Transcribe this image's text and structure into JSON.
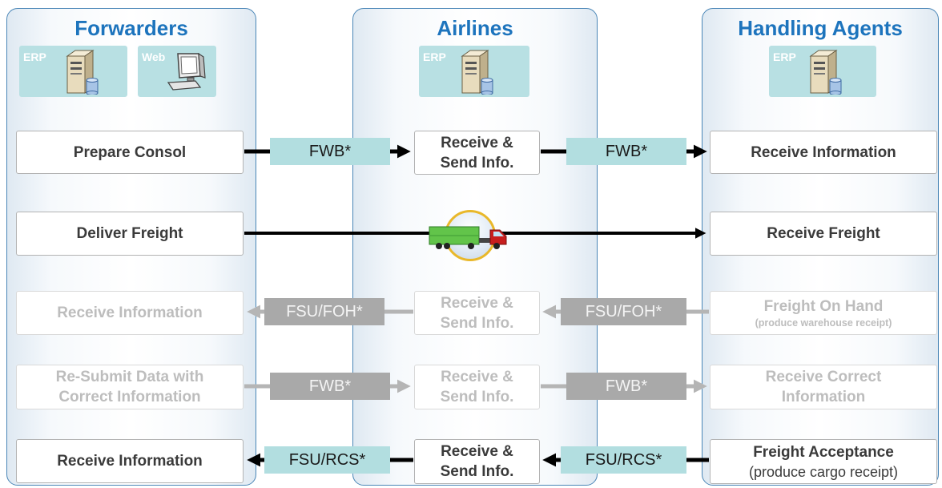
{
  "lanes": {
    "forwarders": {
      "title": "Forwarders",
      "systems": [
        {
          "label": "ERP",
          "icon": "server-database-icon"
        },
        {
          "label": "Web",
          "icon": "computer-icon"
        }
      ]
    },
    "airlines": {
      "title": "Airlines",
      "systems": [
        {
          "label": "ERP",
          "icon": "server-database-icon"
        }
      ]
    },
    "handling_agents": {
      "title": "Handling Agents",
      "systems": [
        {
          "label": "ERP",
          "icon": "server-database-icon"
        }
      ]
    }
  },
  "rows": [
    {
      "forwarder": [
        "Prepare Consol"
      ],
      "msg1": "FWB*",
      "airline": [
        "Receive &",
        "Send Info."
      ],
      "msg2": "FWB*",
      "agent": [
        "Receive Information"
      ],
      "direction": "right",
      "faded": false
    },
    {
      "forwarder": [
        "Deliver Freight"
      ],
      "transport_icon": "truck-icon",
      "agent": [
        "Receive Freight"
      ],
      "direction": "right",
      "faded": false
    },
    {
      "forwarder": [
        "Receive Information"
      ],
      "msg1": "FSU/FOH*",
      "airline": [
        "Receive &",
        "Send Info."
      ],
      "msg2": "FSU/FOH*",
      "agent": [
        "Freight On Hand",
        "(produce warehouse receipt)"
      ],
      "direction": "left",
      "faded": true
    },
    {
      "forwarder": [
        "Re-Submit Data with",
        "Correct Information"
      ],
      "msg1": "FWB*",
      "airline": [
        "Receive &",
        "Send Info."
      ],
      "msg2": "FWB*",
      "agent": [
        "Receive Correct",
        "Information"
      ],
      "direction": "right",
      "faded": true
    },
    {
      "forwarder": [
        "Receive Information"
      ],
      "msg1": "FSU/RCS*",
      "airline": [
        "Receive &",
        "Send Info."
      ],
      "msg2": "FSU/RCS*",
      "agent": [
        "Freight Acceptance",
        "(produce cargo receipt)"
      ],
      "direction": "left",
      "faded": false
    }
  ],
  "colors": {
    "lane_border": "#4a86b7",
    "title": "#1d74bd",
    "system_tile": "#b8e0e3",
    "message_active": "#b2dee0",
    "message_faded": "#a9a9a9",
    "arrow_active": "#000000",
    "arrow_faded": "#b5b5b5",
    "text_active": "#3a3a3a",
    "text_faded": "#bdbdbd",
    "truck_ring": "#e9b82a"
  }
}
